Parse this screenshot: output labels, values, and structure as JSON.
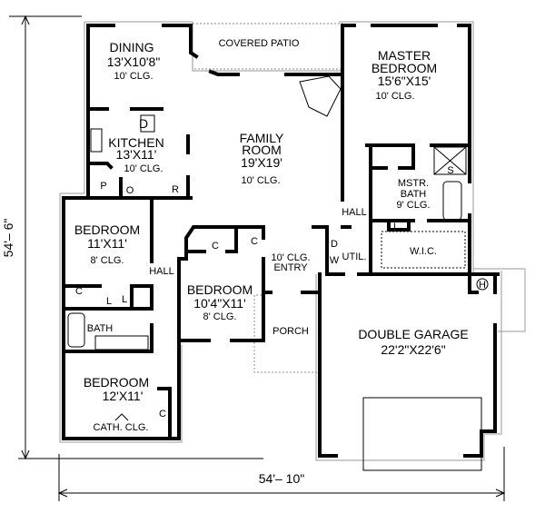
{
  "plan": {
    "dimensions": {
      "depth": "54'– 6\"",
      "width": "54'– 10\""
    },
    "rooms": {
      "dining": {
        "name": "DINING",
        "size": "13'X10'8\"",
        "ceiling": "10'  CLG."
      },
      "patio": {
        "name": "COVERED  PATIO"
      },
      "master": {
        "name1": "MASTER",
        "name2": "BEDROOM",
        "size": "15'6\"X15'",
        "ceiling": "10'  CLG."
      },
      "family": {
        "name1": "FAMILY",
        "name2": "ROOM",
        "size": "19'X19'",
        "ceiling": "10'  CLG."
      },
      "kitchen": {
        "name": "KITCHEN",
        "size": "13'X11'",
        "ceiling": "10'  CLG."
      },
      "mbath": {
        "name1": "MSTR.",
        "name2": "BATH",
        "ceiling": "9'  CLG."
      },
      "hall_east": {
        "name": "HALL"
      },
      "wic": {
        "name": "W.I.C."
      },
      "util": {
        "name": "UTIL."
      },
      "entry": {
        "ceiling": "10'  CLG.",
        "name": "ENTRY"
      },
      "bed2": {
        "name": "BEDROOM",
        "size": "11'X11'",
        "ceiling": "8'  CLG."
      },
      "hall_west": {
        "name": "HALL"
      },
      "bath": {
        "name": "BATH"
      },
      "bed3": {
        "name": "BEDROOM",
        "size": "10'4\"X11'",
        "ceiling": "8'  CLG."
      },
      "porch": {
        "name": "PORCH"
      },
      "garage": {
        "name": "DOUBLE  GARAGE",
        "size": "22'2\"X22'6\""
      },
      "bed4": {
        "name": "BEDROOM",
        "size": "12'X11'",
        "ceiling": "CATH.  CLG."
      }
    },
    "fixtures": {
      "dishwasher": "D",
      "pantry": "P",
      "oven": "O",
      "refrigerator": "R",
      "shower": "S",
      "linen": "L",
      "closet": "C",
      "dryer": "D",
      "washer": "W",
      "water_heater": "H"
    }
  }
}
